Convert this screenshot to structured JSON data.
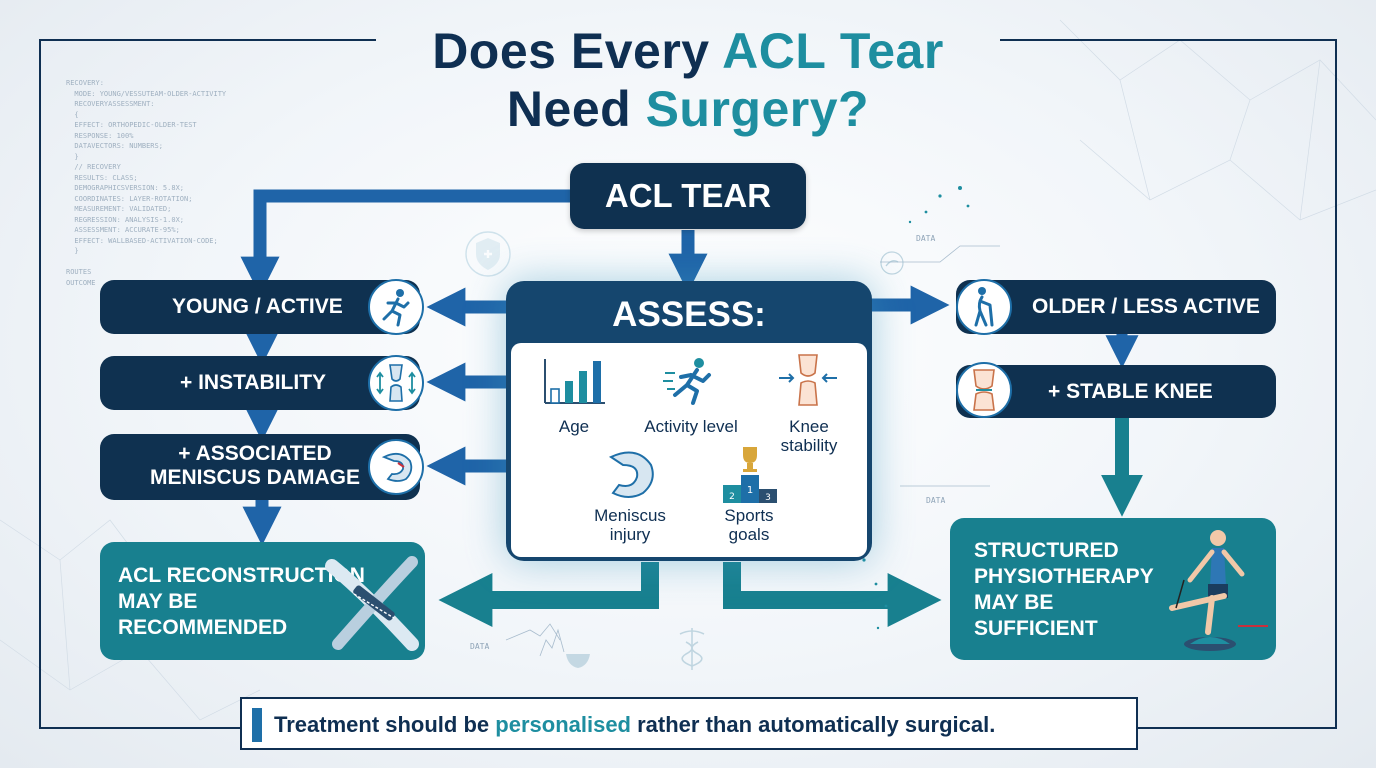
{
  "title": {
    "line1_a": "Does Every",
    "line1_b": "ACL Tear",
    "line2_a": "Need",
    "line2_b": "Surgery?"
  },
  "acl_tear": "ACL TEAR",
  "assess": {
    "heading": "ASSESS:",
    "factors": [
      {
        "label": "Age",
        "icon": "bar-chart-icon"
      },
      {
        "label": "Activity level",
        "icon": "runner-icon"
      },
      {
        "label": "Knee\nstability",
        "icon": "knee-joint-icon"
      },
      {
        "label": "Meniscus\ninjury",
        "icon": "meniscus-icon"
      },
      {
        "label": "Sports\ngoals",
        "icon": "podium-trophy-icon"
      }
    ]
  },
  "left_path": {
    "steps": [
      "YOUNG / ACTIVE",
      "+ INSTABILITY",
      "+ ASSOCIATED\nMENISCUS DAMAGE"
    ],
    "icons": [
      "runner-icon",
      "knee-instability-icon",
      "meniscus-icon"
    ],
    "outcome": "ACL RECONSTRUCTION\nMAY BE\nRECOMMENDED",
    "outcome_icon": "graft-ligament-icon"
  },
  "right_path": {
    "steps": [
      "OLDER / LESS ACTIVE",
      "+ STABLE KNEE"
    ],
    "icons": [
      "elderly-walker-icon",
      "stable-knee-icon"
    ],
    "outcome": "STRUCTURED\nPHYSIOTHERAPY\nMAY BE\nSUFFICIENT",
    "outcome_icon": "physiotherapy-exercise-icon"
  },
  "footer": {
    "before": "Treatment should be",
    "highlight": "personalised",
    "after": "rather than automatically surgical."
  },
  "decor": {
    "data_label": "DATA",
    "code_lines": "RECOVERY:\n  MODE: YOUNG/VESSUTEAM-OLDER-ACTIVITY\n  RECOVERYASSESSMENT:\n  {\n  EFFECT: ORTHOPEDIC-OLDER-TEST\n  RESPONSE: 100%\n  DATAVECTORS: NUMBERS;\n  }\n  // RECOVERY\n  RESULTS: CLASS;\n  DEMOGRAPHICSVERSION: 5.8X;\n  COORDINATES: LAYER-ROTATION;\n  MEASUREMENT: VALIDATED;\n  REGRESSION: ANALYSIS-1.0X;\n  ASSESSMENT: ACCURATE-95%;\n  EFFECT: WALLBASED-ACTIVATION-CODE;\n  }\n\nROUTES\nOUTCOME"
  },
  "colors": {
    "navy": "#0f3150",
    "blue_arrow": "#1f64a8",
    "teal": "#18808f",
    "title_dark": "#0f2f52",
    "title_teal": "#1e8ea0"
  }
}
